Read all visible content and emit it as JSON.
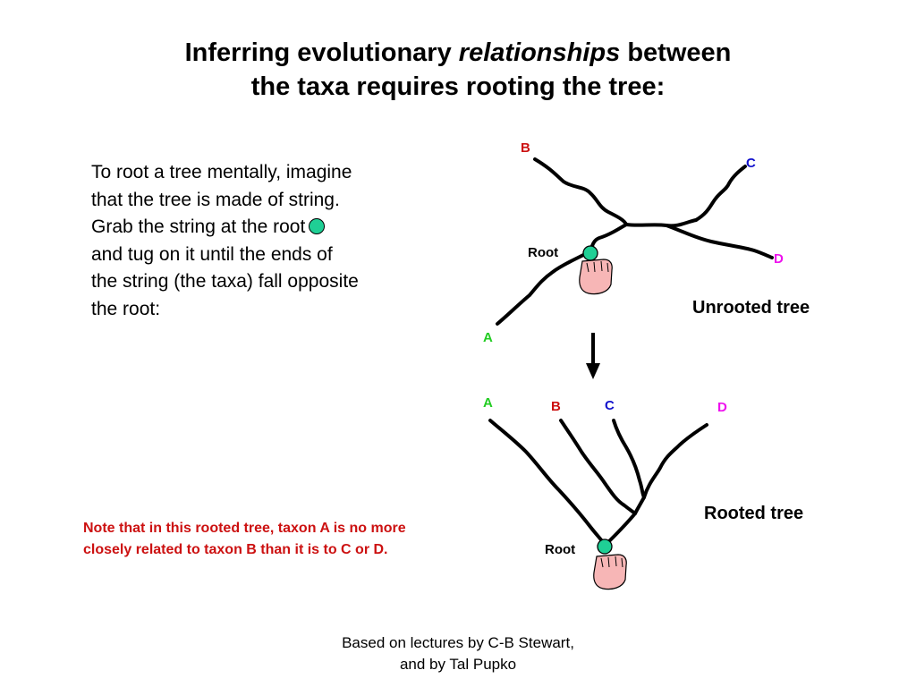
{
  "title": {
    "line1_before": "Inferring evolutionary ",
    "line1_italic": "relationships",
    "line1_after": " between",
    "line2": "the taxa requires rooting the tree:"
  },
  "paragraph": {
    "before": "To root a tree mentally, imagine that the tree is made of string.  Grab the string at the root",
    "after": "and tug on it until the ends of the string (the taxa) fall opposite the root:"
  },
  "unrooted": {
    "caption": "Unrooted tree",
    "root_label": "Root",
    "taxa": {
      "a": "A",
      "b": "B",
      "c": "C",
      "d": "D"
    }
  },
  "rooted": {
    "caption": "Rooted tree",
    "root_label": "Root",
    "taxa": {
      "a": "A",
      "b": "B",
      "c": "C",
      "d": "D"
    }
  },
  "note": "Note that in this rooted tree, taxon A is no more closely related to taxon B than it is to C or D.",
  "credit": {
    "line1": "Based on lectures by C-B Stewart,",
    "line2": "and by Tal Pupko"
  },
  "colors": {
    "taxon_a": "#22cc22",
    "taxon_b": "#cc1111",
    "taxon_c": "#1111cc",
    "taxon_d": "#ee11ee",
    "root_dot": "#1fcf95",
    "hand": "#f7b6b6",
    "note_text": "#cc1111"
  }
}
